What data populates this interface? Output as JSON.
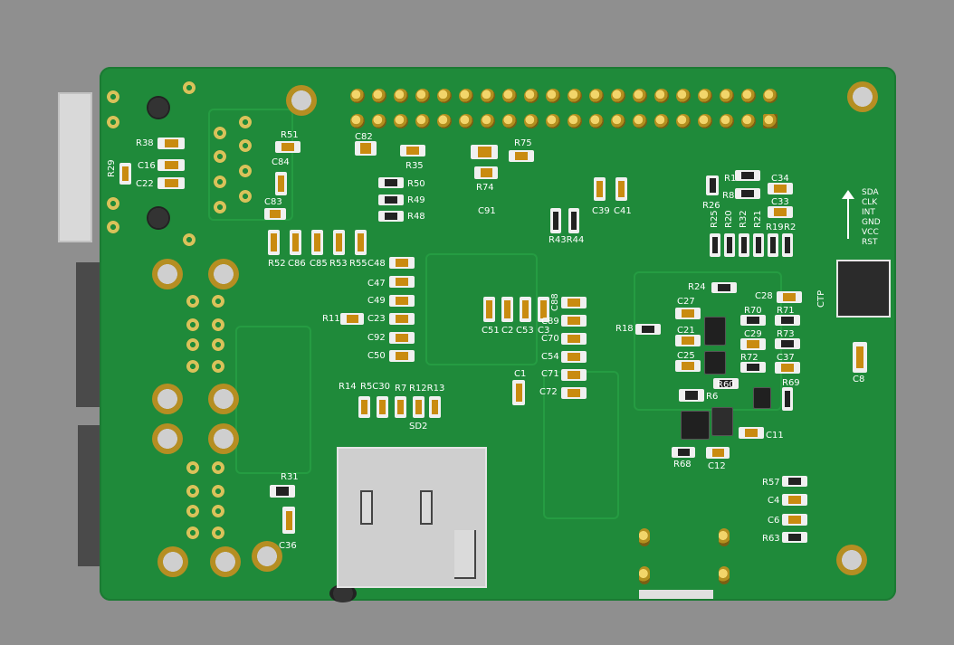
{
  "labels": {
    "R38": "R38",
    "R29": "R29",
    "C16": "C16",
    "C22": "C22",
    "R51": "R51",
    "C84": "C84",
    "C83": "C83",
    "C82": "C82",
    "R35": "R35",
    "R75": "R75",
    "R74": "R74",
    "C91": "C91",
    "R50": "R50",
    "R49": "R49",
    "R48": "R48",
    "R52": "R52",
    "C86": "C86",
    "C85": "C85",
    "R53": "R53",
    "R55": "R55",
    "C48": "C48",
    "C47": "C47",
    "C49": "C49",
    "C23": "C23",
    "C92": "C92",
    "C50": "C50",
    "R11": "R11",
    "R14": "R14",
    "R5C30": "R5C30",
    "R7": "R7",
    "R12R13": "R12R13",
    "SD2": "SD2",
    "C51": "C51",
    "C2": "C2",
    "C53": "C53",
    "C3": "C3",
    "C88": "C88",
    "C89": "C89",
    "C70": "C70",
    "C54": "C54",
    "C71": "C71",
    "C72": "C72",
    "C1": "C1",
    "C39": "C39",
    "C41": "C41",
    "R43R44": "R43R44",
    "R1": "R1",
    "R8": "R8",
    "R26": "R26",
    "C34": "C34",
    "C33": "C33",
    "R25": "R25",
    "R20": "R20",
    "R32": "R32",
    "R21": "R21",
    "R19": "R19",
    "R2": "R2",
    "R24": "R24",
    "C27": "C27",
    "C28": "C28",
    "R70": "R70",
    "R71": "R71",
    "R18": "R18",
    "C21": "C21",
    "C29": "C29",
    "R73": "R73",
    "C25": "C25",
    "R72": "R72",
    "C37": "C37",
    "R60": "R60",
    "R6": "R6",
    "R69": "R69",
    "C11": "C11",
    "R68": "R68",
    "C12": "C12",
    "R57": "R57",
    "C4": "C4",
    "C6": "C6",
    "R63": "R63",
    "R31": "R31",
    "C36": "C36",
    "CTP": "CTP",
    "C8": "C8"
  },
  "ctp_pins": [
    "SDA",
    "CLK",
    "INT",
    "GND",
    "VCC",
    "RST"
  ],
  "colors": {
    "board": "#1f8a3a",
    "background": "#8f8f8f",
    "pad_gold": "#d9b23a",
    "silkscreen": "#ffffff"
  }
}
